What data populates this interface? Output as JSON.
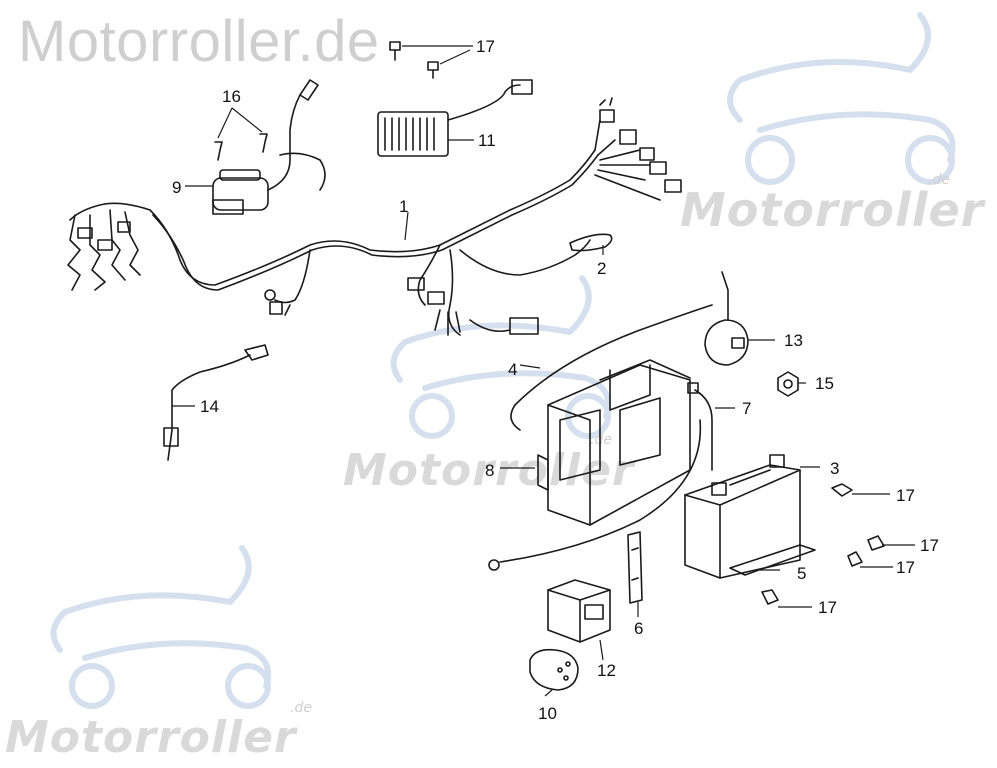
{
  "brand": {
    "header_text": "Motorroller.de",
    "watermark_text": "Motorroller",
    "watermark_suffix": ".de"
  },
  "colors": {
    "line": "#1a1a1a",
    "watermark_text": "#d9d9d9",
    "watermark_scooter": "#d4e0ee"
  },
  "callouts": {
    "c1": "1",
    "c2": "2",
    "c3": "3",
    "c4": "4",
    "c5": "5",
    "c6": "6",
    "c7": "7",
    "c8": "8",
    "c9": "9",
    "c10": "10",
    "c11": "11",
    "c12": "12",
    "c13": "13",
    "c14": "14",
    "c15": "15",
    "c16": "16",
    "c17a": "17",
    "c17b": "17",
    "c17c": "17",
    "c17d": "17",
    "c17e": "17"
  }
}
